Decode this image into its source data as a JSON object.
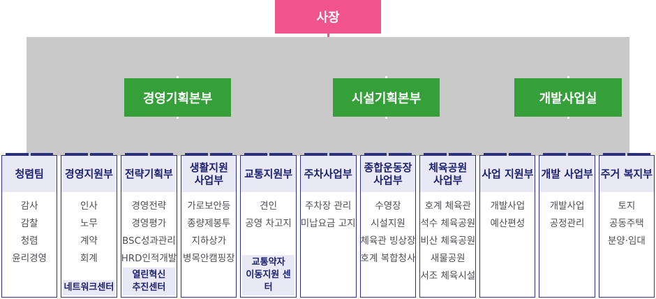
{
  "page": {
    "background_color": "#ffffff",
    "band_color": "#c9c9c9",
    "president_color": "#f1538b",
    "headquarters_color": "#35a03a",
    "border_color": "#2b2f84",
    "header_bg_color": "#e9e9f6",
    "header_text_color": "#1d216f",
    "item_text_color": "#4e4e56"
  },
  "org": {
    "president": {
      "label": "사장"
    },
    "headquarters": [
      {
        "label": "경영기획본부"
      },
      {
        "label": "시설기획본부"
      },
      {
        "label": "개발사업실"
      }
    ],
    "departments": [
      {
        "title": "청렴팀",
        "items": [
          "감사",
          "감찰",
          "청렴",
          "윤리경영"
        ],
        "subunit": null
      },
      {
        "title": "경영지원부",
        "items": [
          "인사",
          "노무",
          "계약",
          "회계"
        ],
        "subunit": [
          "네트워크센터"
        ]
      },
      {
        "title": "전략기획부",
        "items": [
          "경영전략",
          "경영평가",
          "BSC성과관리",
          "HRD인적개발"
        ],
        "subunit": [
          "열린혁신",
          "추진센터"
        ]
      },
      {
        "title": "생활지원\n사업부",
        "items": [
          "가로보안등",
          "종량제봉투",
          "지하상가",
          "병목안캠핑장"
        ],
        "subunit": null
      },
      {
        "title": "교통지원부",
        "items": [
          "견인",
          "공영 차고지"
        ],
        "subunit": [
          "교통약자",
          "이동지원 센터"
        ]
      },
      {
        "title": "주차사업부",
        "items": [
          "주차장 관리",
          "미납요금 고지"
        ],
        "subunit": null
      },
      {
        "title": "종합운동장\n사업부",
        "items": [
          "수영장",
          "시설지원",
          "체육관 빙상장",
          "호계 복합청사"
        ],
        "subunit": null
      },
      {
        "title": "체육공원\n사업부",
        "items": [
          "호계 체육관",
          "석수 체육공원",
          "비산 체육공원",
          "새물공원",
          "서조 체육시설"
        ],
        "subunit": null
      },
      {
        "title": "사업 지원부",
        "items": [
          "개발사업",
          "예산편성"
        ],
        "subunit": null
      },
      {
        "title": "개발 사업부",
        "items": [
          "개발사업",
          "공정관리"
        ],
        "subunit": null
      },
      {
        "title": "주거 복지부",
        "items": [
          "토지",
          "공동주택",
          "분양·임대"
        ],
        "subunit": null
      }
    ]
  }
}
